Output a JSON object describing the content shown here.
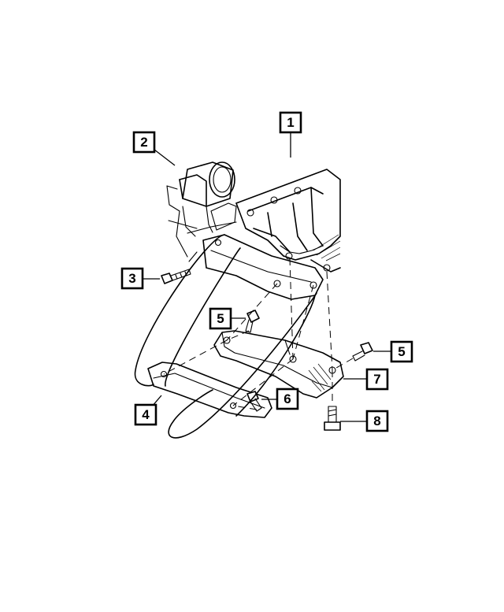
{
  "callouts": [
    {
      "id": "1",
      "label": "1"
    },
    {
      "id": "2",
      "label": "2"
    },
    {
      "id": "3",
      "label": "3"
    },
    {
      "id": "4",
      "label": "4"
    },
    {
      "id": "5a",
      "label": "5"
    },
    {
      "id": "5b",
      "label": "5"
    },
    {
      "id": "6",
      "label": "6"
    },
    {
      "id": "7",
      "label": "7"
    },
    {
      "id": "8",
      "label": "8"
    }
  ]
}
